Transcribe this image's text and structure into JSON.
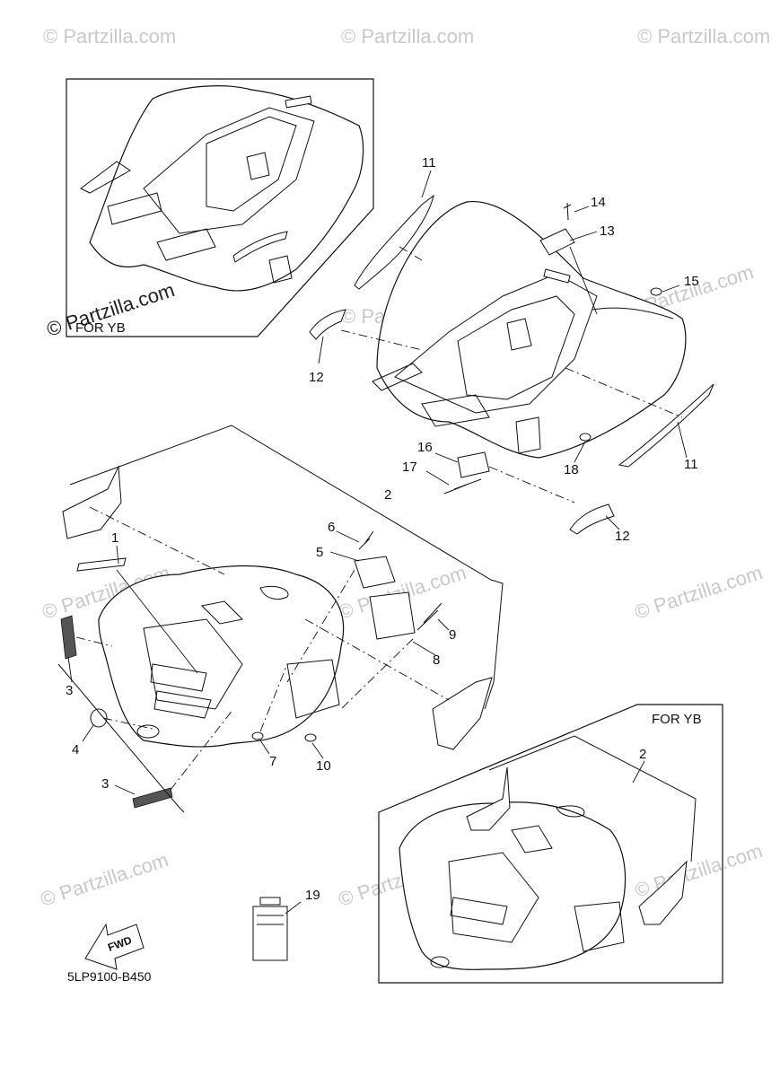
{
  "diagram_code": "5LP9100-B450",
  "fwd_label": "FWD",
  "inset_labels": {
    "top": "FOR YB",
    "bottom": "FOR YB"
  },
  "watermark_text": "© Partzilla.com",
  "callouts": {
    "c1": "1",
    "c2": "2",
    "c3a": "3",
    "c3b": "3",
    "c4": "4",
    "c5": "5",
    "c6": "6",
    "c7": "7",
    "c8": "8",
    "c9": "9",
    "c10": "10",
    "c11a": "11",
    "c11b": "11",
    "c12a": "12",
    "c12b": "12",
    "c13": "13",
    "c14": "14",
    "c15": "15",
    "c16": "16",
    "c17": "17",
    "c18": "18",
    "c19": "19",
    "c2b": "2"
  }
}
